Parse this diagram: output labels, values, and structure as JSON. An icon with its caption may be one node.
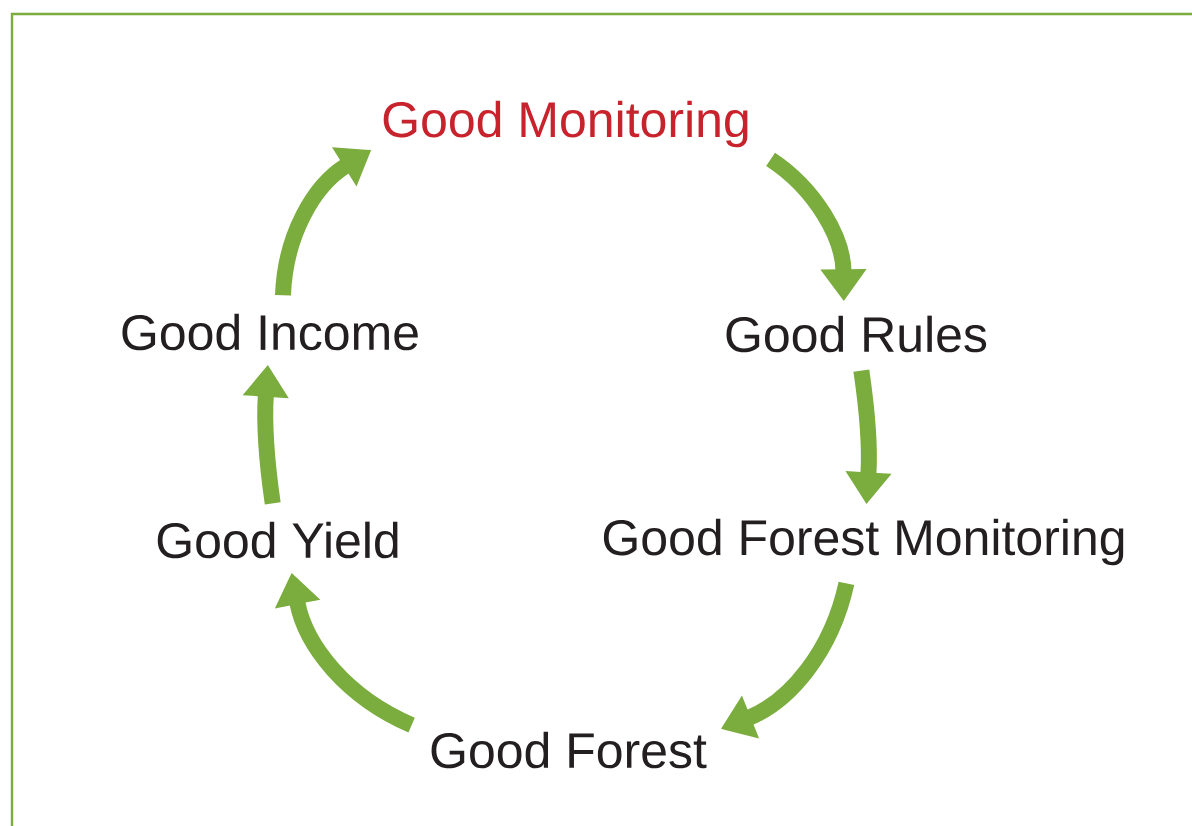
{
  "diagram": {
    "nodes": [
      {
        "text": [
          "Good Monitoring"
        ]
      },
      {
        "text": [
          "Good Rules"
        ]
      },
      {
        "text": [
          "Good Forest Monitoring"
        ]
      },
      {
        "text": [
          "Good Forest"
        ]
      },
      {
        "text": [
          "Good Yield"
        ]
      },
      {
        "text": [
          "Good Income"
        ]
      }
    ],
    "edges": [
      {
        "from": 0,
        "to": 1,
        "arrow": "to"
      },
      {
        "from": 1,
        "to": 2,
        "arrow": "to"
      },
      {
        "from": 2,
        "to": 3,
        "arrow": "to"
      },
      {
        "from": 3,
        "to": 4,
        "arrow": "to"
      },
      {
        "from": 4,
        "to": 5,
        "arrow": "to"
      },
      {
        "from": 5,
        "to": 0,
        "arrow": "to"
      }
    ]
  }
}
